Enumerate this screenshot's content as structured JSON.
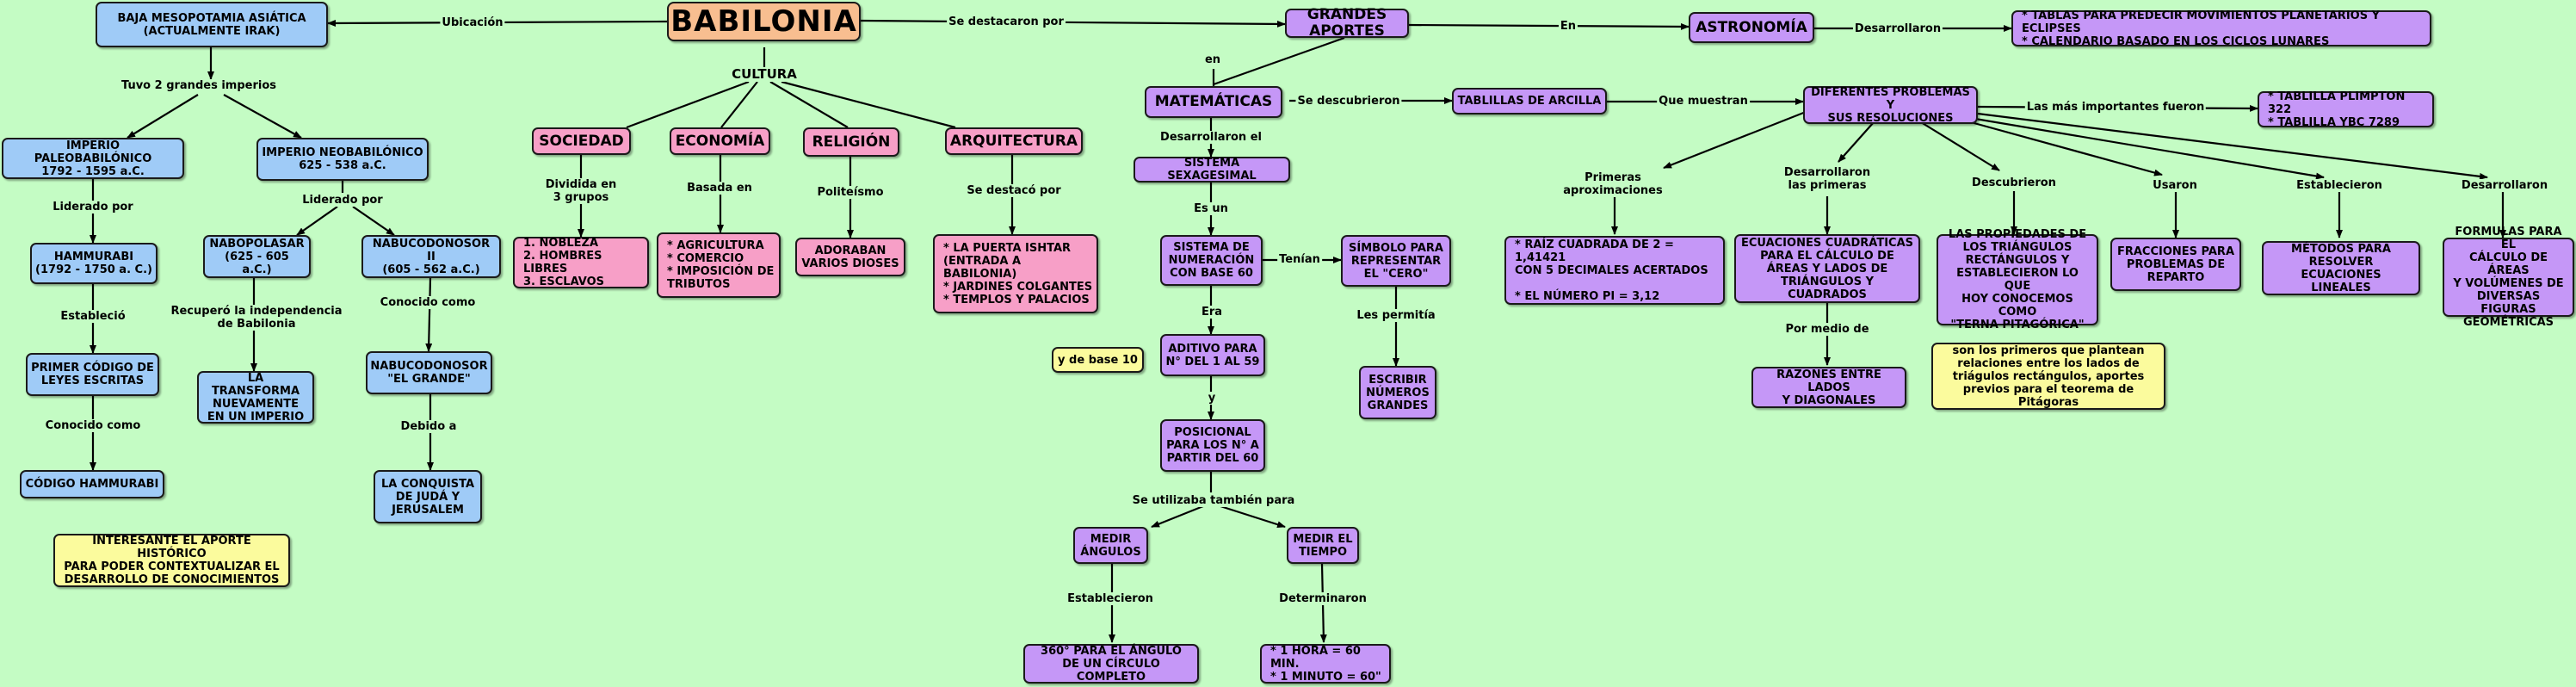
{
  "nodes": {
    "babilonia": "BABILONIA",
    "baja_mesopotamia": "BAJA MESOPOTAMIA ASIÁTICA\n(ACTUALMENTE IRAK)",
    "imperio_paleo": "IMPERIO PALEOBABILÓNICO\n1792 - 1595 a.C.",
    "imperio_neo": "IMPERIO NEOBABILÓNICO\n625 - 538 a.C.",
    "hammurabi": "HAMMURABI\n(1792 - 1750 a. C.)",
    "primer_codigo": "PRIMER CÓDIGO DE\nLEYES ESCRITAS",
    "codigo_hammurabi": "CÓDIGO HAMMURABI",
    "nabopolasar": "NABOPOLASAR\n(625 - 605 a.C.)",
    "transforma": "LA TRANSFORMA\nNUEVAMENTE\nEN UN IMPERIO",
    "nabucodonosor2": "NABUCODONOSOR II\n(605 - 562 a.C.)",
    "nabucodonosor_grande": "NABUCODONOSOR\n\"EL GRANDE\"",
    "conquista": "LA CONQUISTA\nDE JUDÁ Y\nJERUSALEM",
    "interesante": "INTERESANTE EL APORTE HISTÓRICO\nPARA PODER CONTEXTUALIZAR EL\nDESARROLLO DE CONOCIMIENTOS",
    "sociedad": "SOCIEDAD",
    "economia": "ECONOMÍA",
    "religion": "RELIGIÓN",
    "arquitectura": "ARQUITECTURA",
    "sociedad_detalle": "1. NOBLEZA\n2. HOMBRES LIBRES\n3. ESCLAVOS",
    "economia_detalle": "* AGRICULTURA\n* COMERCIO\n* IMPOSICIÓN DE\nTRIBUTOS",
    "religion_detalle": "ADORABAN\nVARIOS DIOSES",
    "arquitectura_detalle": "* LA PUERTA ISHTAR\n(ENTRADA A BABILONIA)\n* JARDINES COLGANTES\n* TEMPLOS Y PALACIOS",
    "grandes_aportes": "GRANDES APORTES",
    "astronomia": "ASTRONOMÍA",
    "astronomia_detalle": "* TABLAS PARA PREDECIR MOVIMIENTOS PLANETARIOS Y ECLIPSES\n* CALENDARIO BASADO EN LOS CICLOS LUNARES",
    "matematicas": "MATEMÁTICAS",
    "tablillas": "TABLILLAS DE ARCILLA",
    "diferentes_problemas": "DIFERENTES PROBLEMAS Y\nSUS RESOLUCIONES",
    "tablillas_importantes": "* TABLILLA PLIMPTON 322\n* TABLILLA YBC 7289",
    "sistema_sexagesimal": "SISTEMA SEXAGESIMAL",
    "sistema_numeracion": "SISTEMA DE\nNUMERACIÓN\nCON BASE 60",
    "simbolo_cero": "SÍMBOLO PARA\nREPRESENTAR\nEL \"CERO\"",
    "escribir_numeros": "ESCRIBIR\nNÚMEROS\nGRANDES",
    "base10": "y de base 10",
    "aditivo": "ADITIVO PARA\nN° DEL 1 AL 59",
    "posicional": "POSICIONAL\nPARA LOS N° A\nPARTIR DEL 60",
    "medir_angulos": "MEDIR\nÁNGULOS",
    "medir_tiempo": "MEDIR EL\nTIEMPO",
    "angulo360": "360° PARA EL ÁNGULO\nDE UN CÍRCULO COMPLETO",
    "hora": "* 1 HORA = 60 MIN.\n* 1 MINUTO = 60\"",
    "raiz": "* RAÍZ CUADRADA DE 2 = 1,41421\nCON 5 DECIMALES ACERTADOS\n\n* EL NÚMERO PI = 3,12",
    "ecuaciones": "ECUACIONES CUADRÁTICAS\nPARA EL CÁLCULO DE\nÁREAS Y LADOS DE\nTRIÁNGULOS Y CUADRADOS",
    "razones": "RAZONES ENTRE LADOS\nY DIAGONALES",
    "propiedades": "LAS PROPIEDADES DE\nLOS TRIÁNGULOS\nRECTÁNGULOS Y\nESTABLECIERON LO QUE\nHOY CONOCEMOS COMO\n\"TERNA PITAGÓRICA\"",
    "primeros_plantean": "son los primeros que plantean\nrelaciones entre los lados de\ntriágulos rectángulos, aportes\nprevios para el teorema de Pitágoras",
    "fracciones": "FRACCIONES PARA\nPROBLEMAS DE\nREPARTO",
    "metodos": "MÉTODOS PARA\nRESOLVER ECUACIONES\nLINEALES",
    "formulas": "FORMULAS PARA EL\nCÁLCULO DE ÁREAS\nY VOLÚMENES DE\nDIVERSAS FIGURAS\nGEOMÉTRICAS"
  },
  "labels": {
    "ubicacion": "Ubicación",
    "se_destacaron": "Se destacaron por",
    "tuvo_2": "Tuvo 2 grandes imperios",
    "cultura": "CULTURA",
    "liderado_por_1": "Liderado por",
    "liderado_por_2": "Liderado por",
    "establecio": "Estableció",
    "conocido_como_1": "Conocido como",
    "recupero": "Recuperó la independencia\nde Babilonia",
    "conocido_como_2": "Conocido como",
    "debido_a": "Debido a",
    "dividida": "Dividida en\n3 grupos",
    "basada": "Basada en",
    "politeismo": "Politeísmo",
    "se_desfaco": "Se destacó por",
    "en_1": "En",
    "desarrollaron_1": "Desarrollaron",
    "en_2": "en",
    "se_descubrieron": "Se descubrieron",
    "que_muestran": "Que muestran",
    "mas_importantes": "Las más importantes fueron",
    "desarrollaron_el": "Desarrollaron el",
    "es_un": "Es un",
    "tenian": "Tenían",
    "les_permitia": "Les permitía",
    "era": "Era",
    "y": "y",
    "se_utilizaba": "Se utilizaba también para",
    "establecieron_1": "Establecieron",
    "determinaron": "Determinaron",
    "primeras_aprox": "Primeras\naproximaciones",
    "desarrollaron_primeras": "Desarrollaron\nlas primeras",
    "por_medio": "Por medio de",
    "descubrieron": "Descubrieron",
    "usaron": "Usaron",
    "establecieron_2": "Establecieron",
    "desarrollaron_2": "Desarrollaron"
  }
}
